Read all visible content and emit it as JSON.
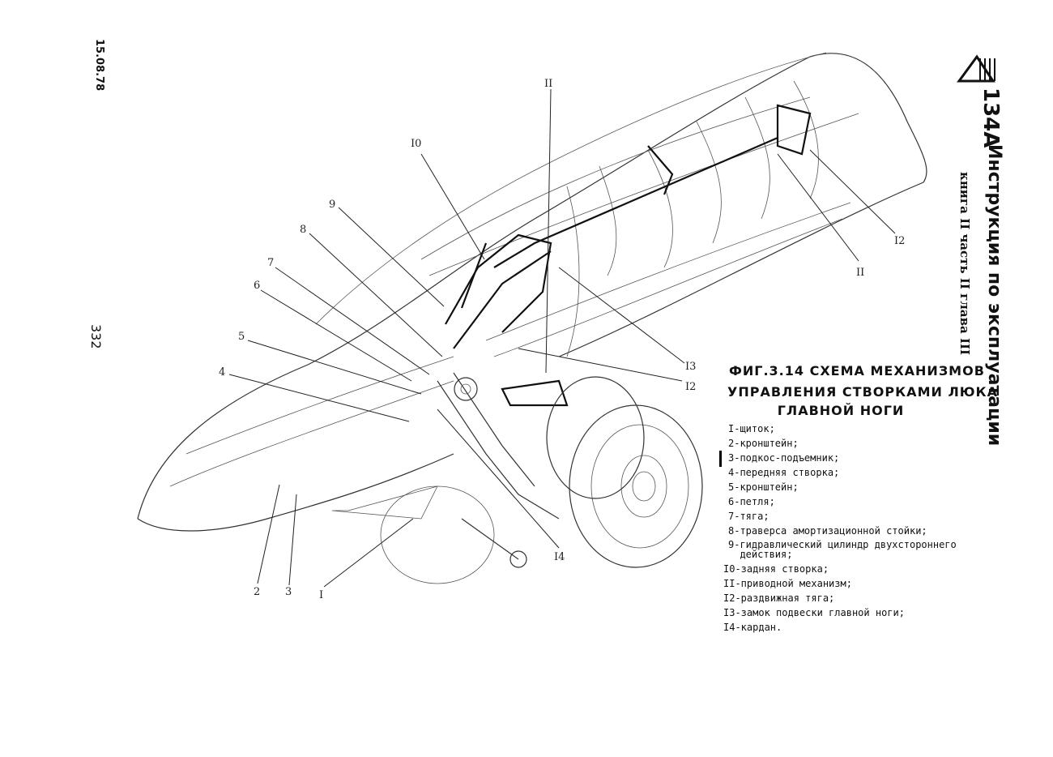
{
  "header": {
    "date": "15.08.78",
    "page_number": "332",
    "doc_code": "134А",
    "doc_title": "Инструкция по эксплуатации",
    "doc_part": "книга II часть II глава III"
  },
  "figure": {
    "caption_line1": "ФИГ.3.14  СХЕМА  МЕХАНИЗМОВ",
    "caption_line2": "УПРАВЛЕНИЯ СТВОРКАМИ ЛЮКА",
    "caption_line3": "ГЛАВНОЙ  НОГИ",
    "callouts": [
      "I",
      "2",
      "3",
      "4",
      "5",
      "6",
      "7",
      "8",
      "9",
      "I0",
      "II",
      "II",
      "I2",
      "I2",
      "I3",
      "I4"
    ]
  },
  "legend": [
    "I-щиток;",
    "2-кронштейн;",
    "3-подкос-подъемник;",
    "4-передняя створка;",
    "5-кронштейн;",
    "6-петля;",
    "7-тяга;",
    "8-траверса амортизационной стойки;",
    "9-гидравлический цилиндр двухстороннего\n  действия;",
    "I0-задняя створка;",
    "II-приводной механизм;",
    "I2-раздвижная тяга;",
    "I3-замок подвески главной ноги;",
    "I4-кардан."
  ]
}
